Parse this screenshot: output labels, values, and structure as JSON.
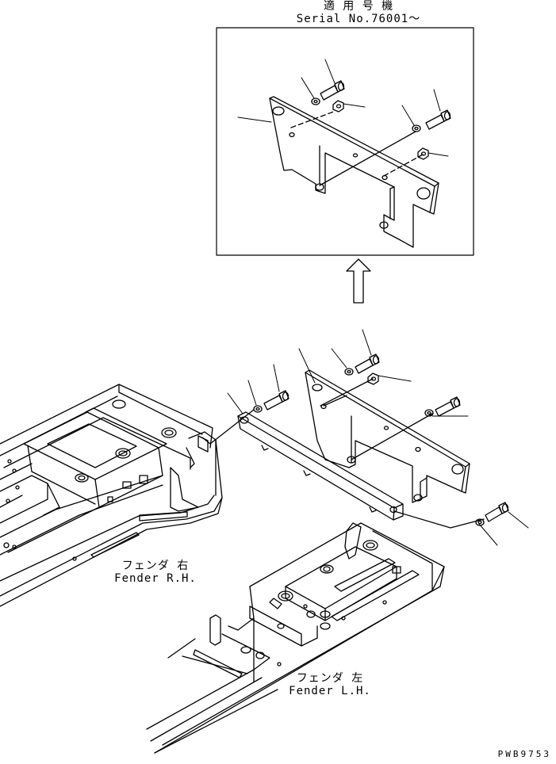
{
  "inset": {
    "serial_jp": "適 用 号 機",
    "serial_en": "Serial No.76001～"
  },
  "labels": {
    "fender_rh_jp": "フェンダ 右",
    "fender_rh_en": "Fender R.H.",
    "fender_lh_jp": "フェンダ 左",
    "fender_lh_en": "Fender L.H."
  },
  "document_code": "PWB9753"
}
